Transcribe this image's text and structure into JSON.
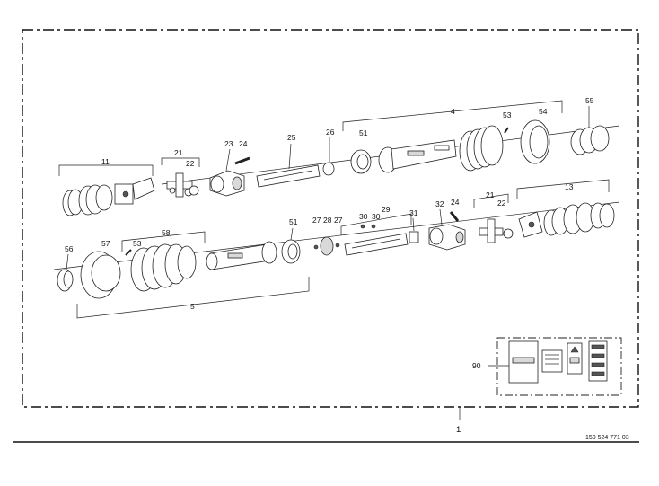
{
  "drawing_number": "150 524 771 03",
  "assembly_number": "1",
  "part_labels": {
    "p11": "11",
    "p21a": "21",
    "p22a": "22",
    "p23": "23",
    "p24a": "24",
    "p25": "25",
    "p26": "26",
    "p4": "4",
    "p51a": "51",
    "p53a": "53",
    "p54": "54",
    "p55": "55",
    "p13": "13",
    "p56": "56",
    "p57": "57",
    "p53b": "53",
    "p58": "58",
    "p5": "5",
    "p51b": "51",
    "p27a": "27",
    "p28": "28",
    "p27b": "27",
    "p30a": "30",
    "p30b": "30",
    "p29": "29",
    "p31": "31",
    "p32": "32",
    "p24b": "24",
    "p21b": "21",
    "p22b": "22",
    "p90": "90"
  }
}
